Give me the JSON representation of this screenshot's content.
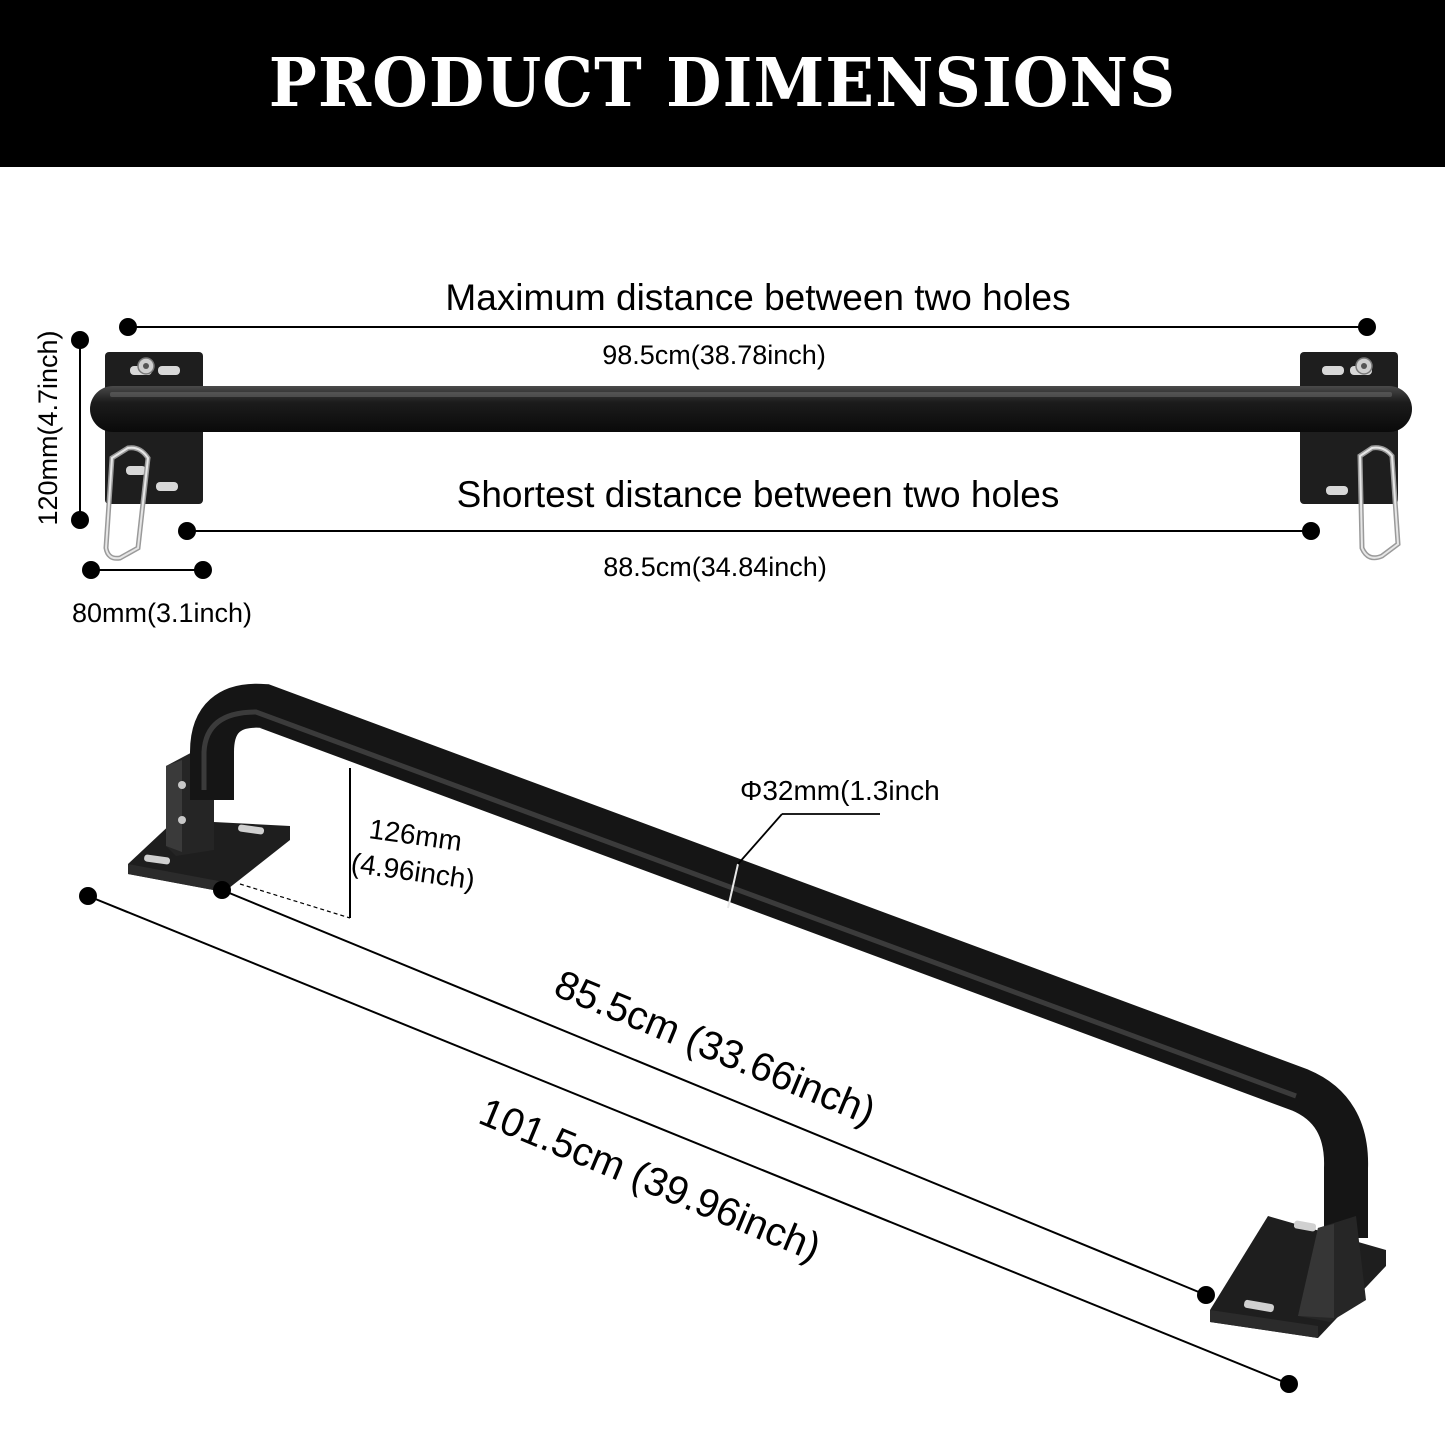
{
  "title": "PRODUCT DIMENSIONS",
  "top_view": {
    "max_label": "Maximum distance between two holes",
    "max_value": "98.5cm(38.78inch)",
    "min_label": "Shortest distance between two holes",
    "min_value": "88.5cm(34.84inch)",
    "height_value": "120mm(4.7inch)",
    "plate_width_value": "80mm(3.1inch)"
  },
  "perspective_view": {
    "diameter_value": "Φ32mm(1.3inch",
    "depth_value_line1": "126mm",
    "depth_value_line2": "(4.96inch)",
    "inner_length_value": "85.5cm (33.66inch)",
    "outer_length_value": "101.5cm (39.96inch)"
  },
  "colors": {
    "banner": "#000000",
    "banner_text": "#ffffff",
    "bar": "#1b1b1b",
    "plate": "#1e1e1e",
    "line": "#000000"
  }
}
